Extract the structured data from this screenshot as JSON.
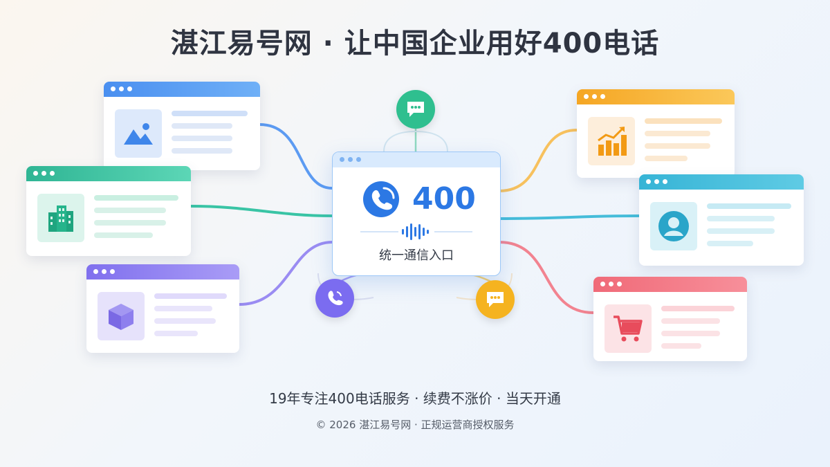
{
  "title": "湛江易号网 · 让中国企业用好400电话",
  "center": {
    "number": "400",
    "label": "统一通信入口"
  },
  "cards": [
    {
      "id": "image",
      "accent": "#4a8ff0",
      "icon": "image-icon"
    },
    {
      "id": "building",
      "accent": "#2ebf9a",
      "icon": "building-icon"
    },
    {
      "id": "box",
      "accent": "#8b7cf0",
      "icon": "cube-icon"
    },
    {
      "id": "chart",
      "accent": "#f5a623",
      "icon": "growth-chart-icon"
    },
    {
      "id": "user",
      "accent": "#36b4d6",
      "icon": "user-profile-icon"
    },
    {
      "id": "cart",
      "accent": "#f06a78",
      "icon": "shopping-cart-icon"
    }
  ],
  "bubbles": [
    {
      "id": "message-top",
      "color": "#2fbf8f",
      "icon": "chat-bubble-icon"
    },
    {
      "id": "phone",
      "color": "#7b6cf0",
      "icon": "phone-icon"
    },
    {
      "id": "message-bottom",
      "color": "#f5b320",
      "icon": "chat-bubble-icon"
    }
  ],
  "tagline": "19年专注400电话服务 · 续费不涨价 · 当天开通",
  "copyright": "© 2026 湛江易号网 · 正规运营商授权服务"
}
